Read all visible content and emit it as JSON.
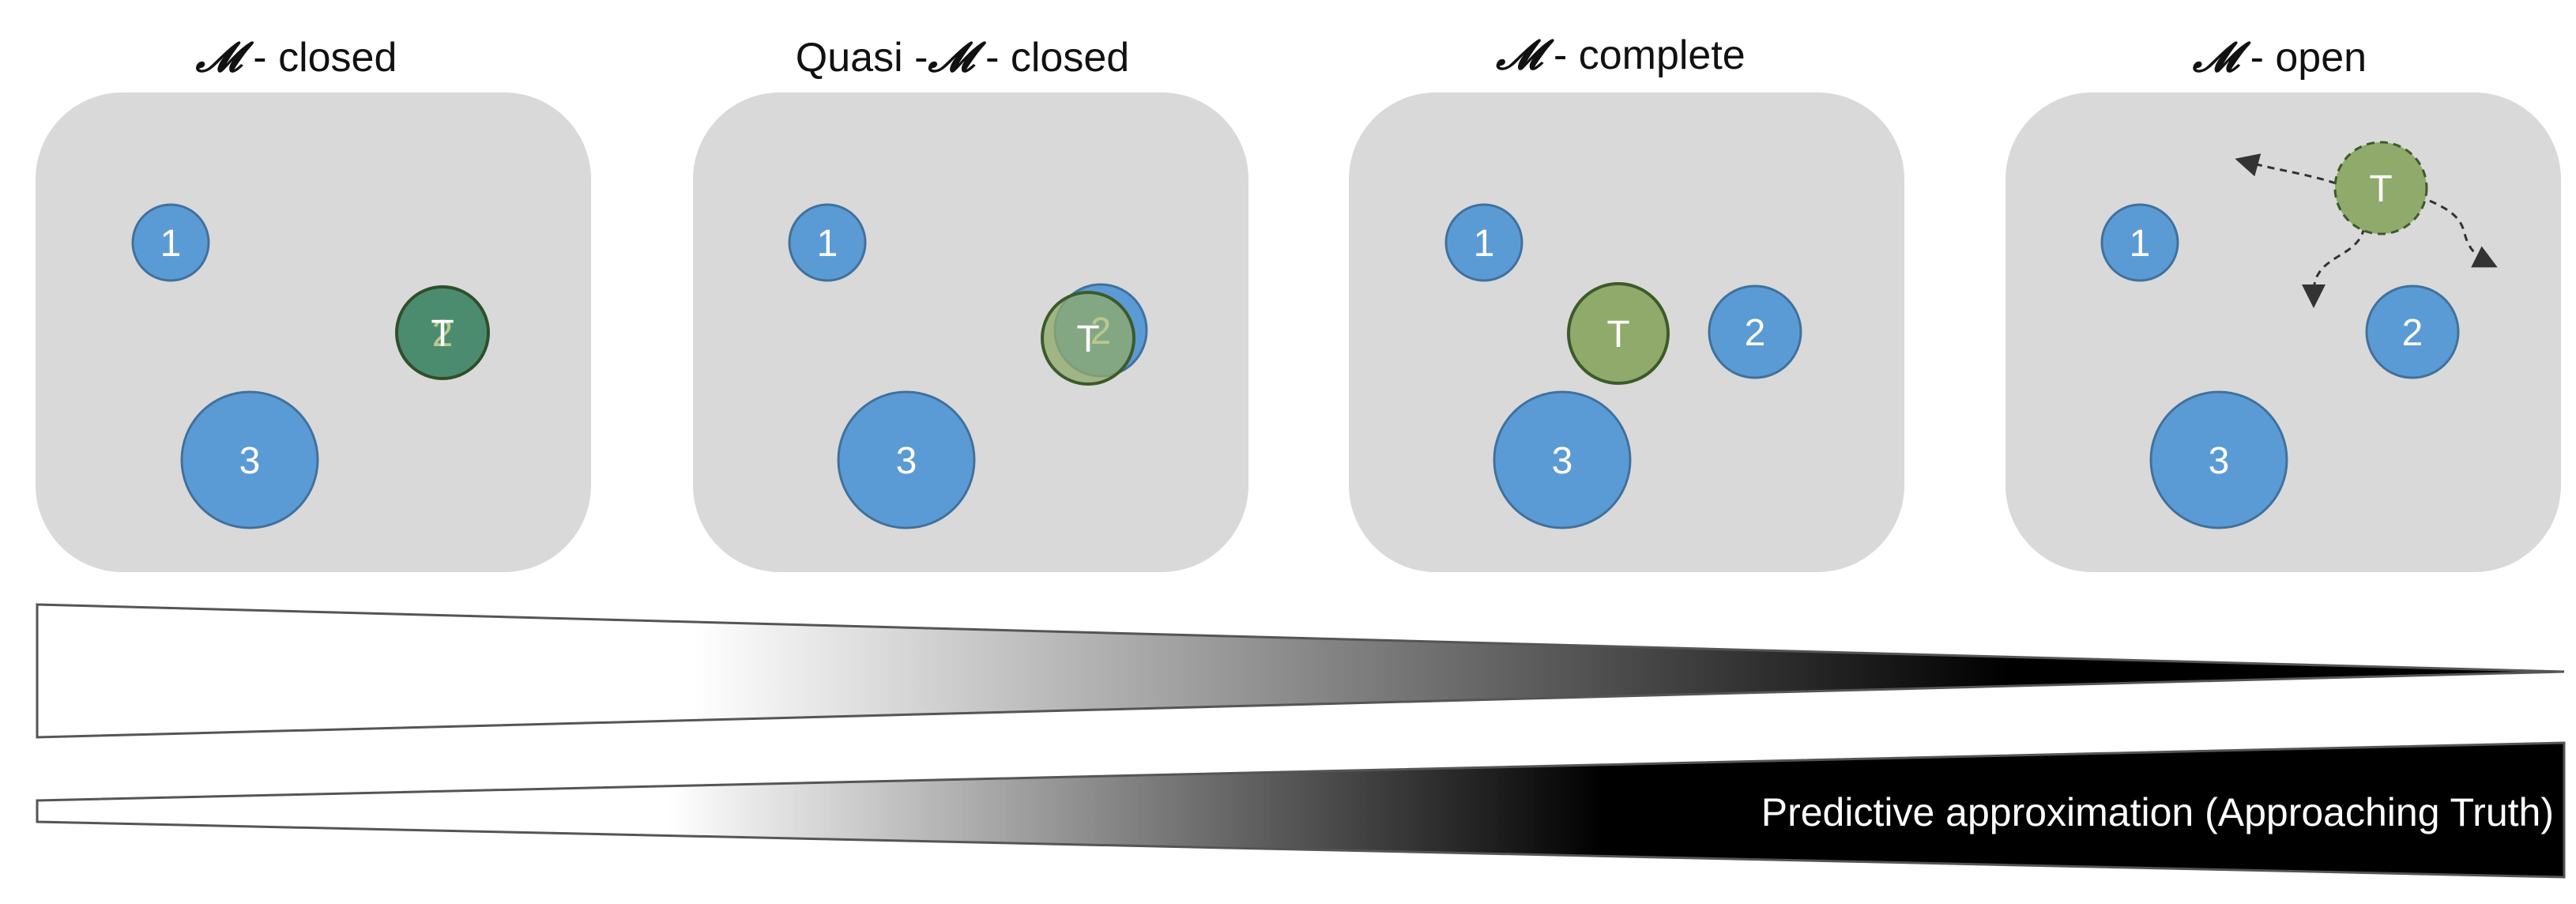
{
  "panels": [
    {
      "script": "𝓜",
      "title": " - closed"
    },
    {
      "prefix": "Quasi -",
      "script": "𝓜",
      "title": " - closed"
    },
    {
      "script": "𝓜",
      "title": " - complete"
    },
    {
      "script": "𝓜",
      "title": " - open"
    }
  ],
  "nodes": {
    "one": "1",
    "two": "2",
    "three": "3",
    "truth": "T"
  },
  "bar_label": "Predictive approximation (Approaching Truth)",
  "colors": {
    "panel_bg": "#d9d9d9",
    "model_blue": "#5b9bd5",
    "model_blue_stroke": "#41719c",
    "truth_green": "#8faa6b",
    "truth_green_dark": "#5b8a6a",
    "truth_stroke": "#3d5a2a"
  }
}
